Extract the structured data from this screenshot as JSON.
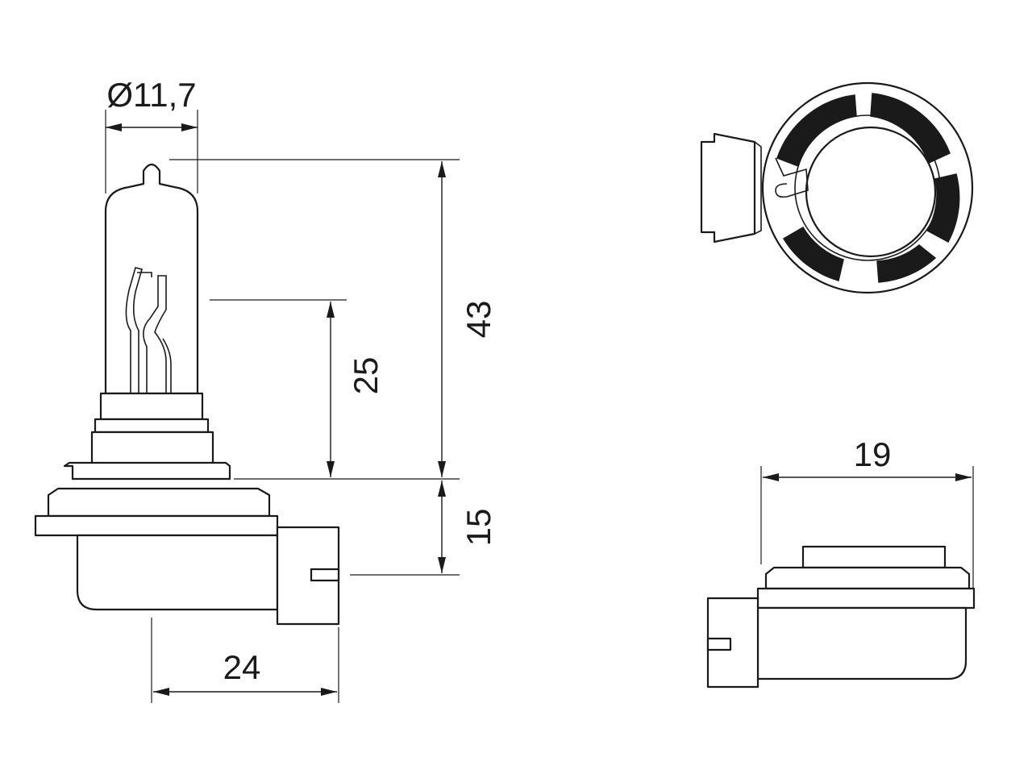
{
  "dimensions": {
    "diameter": "Ø11,7",
    "overall_height": "43",
    "light_center_height": "25",
    "base_height": "15",
    "base_width": "24",
    "side_width": "19"
  },
  "colors": {
    "line": "#1a1a1a",
    "background": "#ffffff"
  }
}
